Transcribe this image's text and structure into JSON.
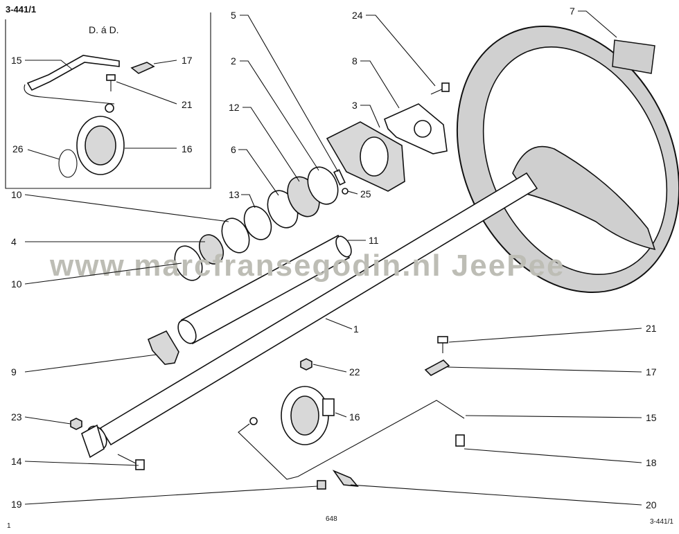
{
  "sheet": {
    "reference_top": "3-441/1",
    "reference_bottom": "3-441/1",
    "page_number": "648",
    "corner_number": "1",
    "inset_title": "D. á D.",
    "watermark": "www.marcfransegodin.nl    JeePee"
  },
  "inset_labels": {
    "l15": "15",
    "l17": "17",
    "l21": "21",
    "l26": "26",
    "l16": "16"
  },
  "labels": {
    "l5": "5",
    "l2": "2",
    "l12": "12",
    "l6": "6",
    "l13": "13",
    "l10a": "10",
    "l4": "4",
    "l10b": "10",
    "l11": "11",
    "l1": "1",
    "l9": "9",
    "l24": "24",
    "l8": "8",
    "l3": "3",
    "l25": "25",
    "l7": "7",
    "l21": "21",
    "l17": "17",
    "l22": "22",
    "l16": "16",
    "l15": "15",
    "l23": "23",
    "l18": "18",
    "l14": "14",
    "l19": "19",
    "l20": "20"
  },
  "colors": {
    "ink": "#111111",
    "watermark": "#bdbdb5",
    "paper": "#ffffff"
  }
}
